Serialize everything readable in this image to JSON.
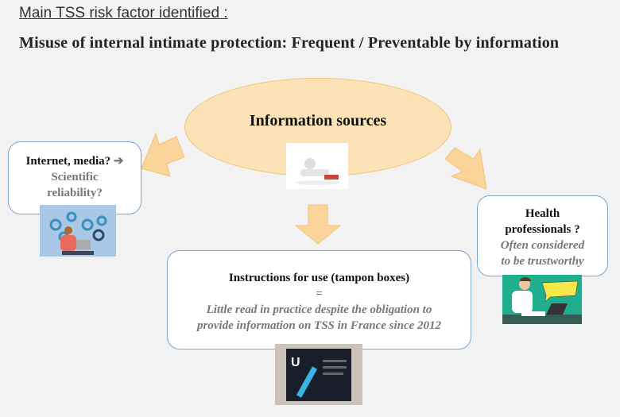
{
  "header": {
    "title": "Main TSS risk factor identified :",
    "subtitle": "Misuse of internal intimate protection: Frequent / Preventable by information"
  },
  "center": {
    "label": "Information sources"
  },
  "internet": {
    "title": "Internet, media?",
    "arrow": "➔",
    "note1": "Scientific",
    "note2": "reliability?"
  },
  "health": {
    "title1": "Health",
    "title2": "professionals ?",
    "note1": "Often considered",
    "note2": "to be trustworthy"
  },
  "instructions": {
    "title": "Instructions for use (tampon boxes)",
    "eq": "=",
    "note1": "Little read in practice despite the obligation to",
    "note2": "provide information on TSS in France since 2012"
  },
  "colors": {
    "ellipse": "#fbe3b6",
    "arrow": "#fbd49a",
    "border": "#7aa6d4"
  }
}
